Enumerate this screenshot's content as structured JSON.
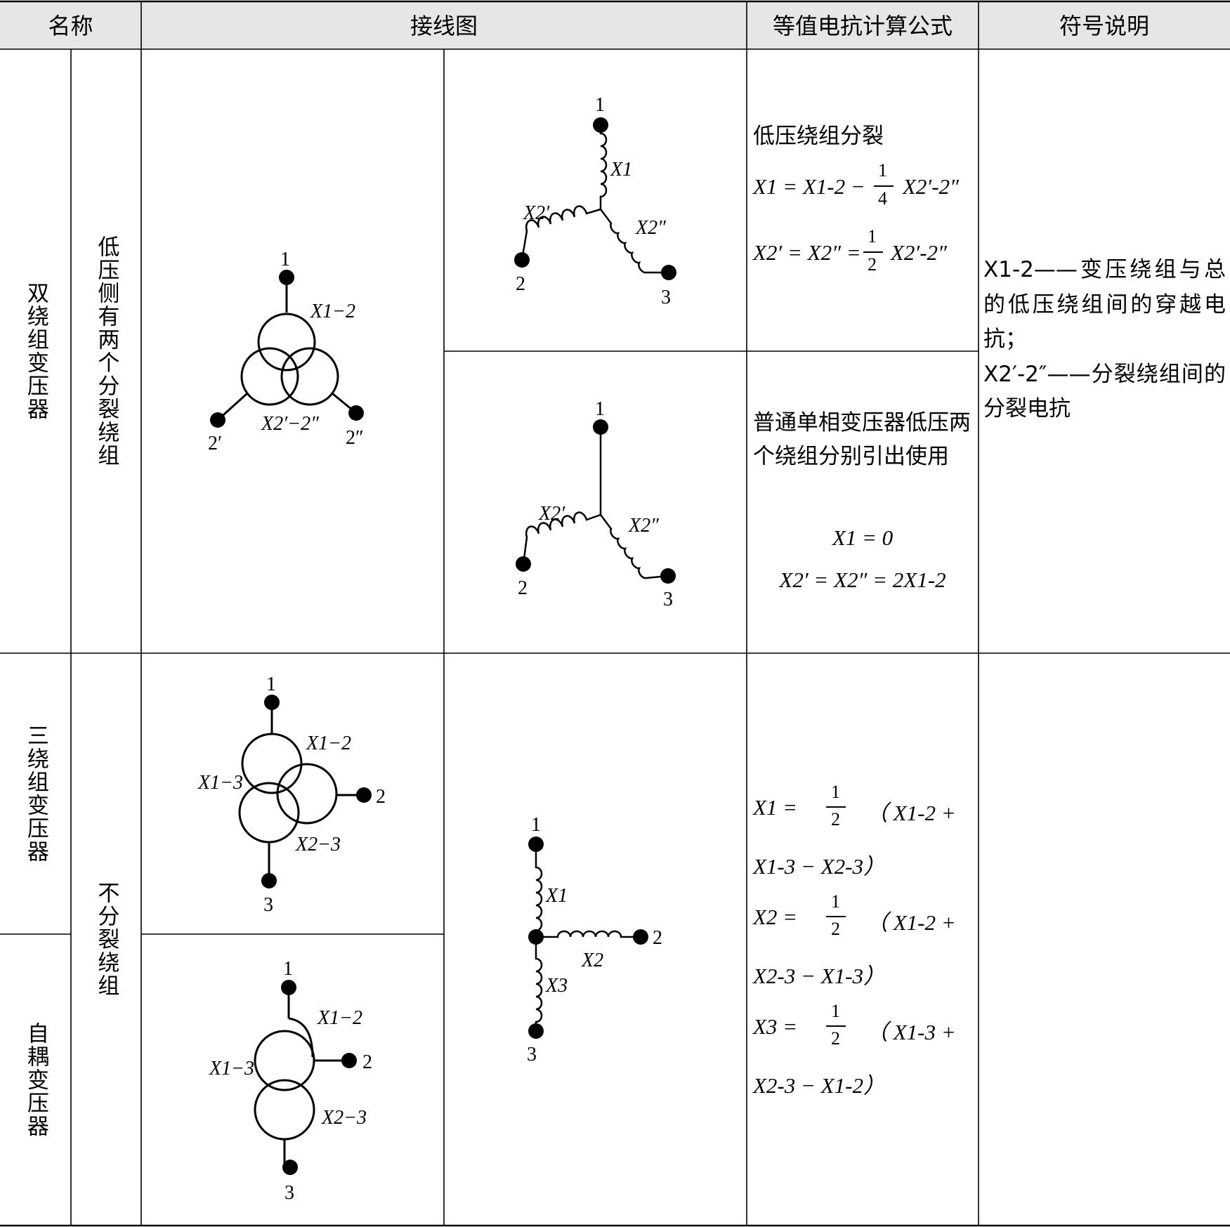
{
  "header": {
    "name": "名称",
    "wiring": "接线图",
    "formula": "等值电抗计算公式",
    "symbol": "符号说明"
  },
  "rows": {
    "dual_winding": "双绕组变压器",
    "low_side_split": "低压侧有两个分裂绕组",
    "three_winding": "三绕组变压器",
    "non_split": "不分裂绕组",
    "auto_transformer": "自耦变压器"
  },
  "formulas": {
    "split_title": "低压绕组分裂",
    "split_f1_left": "X1 = X1-2 −",
    "split_f1_frac_num": "1",
    "split_f1_frac_den": "4",
    "split_f1_right": "X2′-2″",
    "split_f2_left": "X2′ = X2″ =",
    "split_f2_frac_num": "1",
    "split_f2_frac_den": "2",
    "split_f2_right": "X2′-2″",
    "single_title": "普通单相变压器低压两个绕组分别引出使用",
    "single_f1": "X1 = 0",
    "single_f2": "X2′ = X2″ = 2X1-2",
    "three_f1_a": "X1 =",
    "three_f1_b": "（ X1-2 +",
    "three_f1_c": "X1-3 − X2-3）",
    "three_f2_a": "X2 =",
    "three_f2_b": "（ X1-2 +",
    "three_f2_c": "X2-3 − X1-3）",
    "three_f3_a": "X3 =",
    "three_f3_b": "（ X1-3 +",
    "three_f3_c": "X2-3 − X1-2）",
    "half_num": "1",
    "half_den": "2"
  },
  "notes": {
    "line1": "X1-2——变压绕组与总的低压绕组间的穿越电抗；",
    "line2": "X2′-2″——分裂绕组间的分裂电抗"
  },
  "diagram_labels": {
    "n1": "1",
    "n2": "2",
    "n3": "3",
    "n2p": "2′",
    "n2pp": "2″",
    "x1": "X1",
    "x2": "X2",
    "x3": "X3",
    "x2p": "X2′",
    "x2pp": "X2″",
    "x12": "X1−2",
    "x13": "X1−3",
    "x23": "X2−3",
    "x2p2pp": "X2′−2″"
  }
}
